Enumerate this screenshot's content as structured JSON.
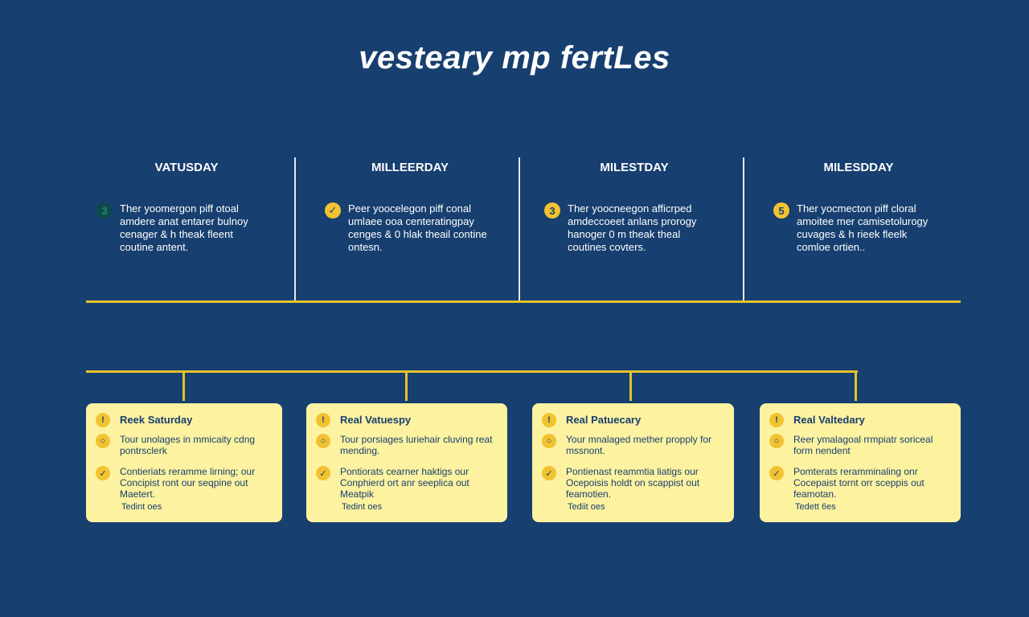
{
  "title": "vesteary mp fertLes",
  "columns": [
    {
      "heading": "VATUSDAY",
      "badge": "3",
      "text": "Ther yoomergon piff otoal amdere anat entarer bulnoy cenager & h theak fleent coutine antent."
    },
    {
      "heading": "MILLEERDAY",
      "badge": "✓",
      "text": "Peer yoocelegon piff conal umlaee ooa centeratingpay cenges & 0 hlak theail contine ontesn."
    },
    {
      "heading": "MILESTDAY",
      "badge": "3",
      "text": "Ther yoocneegon afficrped amdeccoeet anlans prorogy hanoger 0 m theak theal coutines covters."
    },
    {
      "heading": "MILESDDAY",
      "badge": "5",
      "text": "Ther yocmecton piff cloral amoitee mer camisetolurogy cuvages & h rieek fleelk comloe ortien.."
    }
  ],
  "cards": [
    {
      "title": "Reek Saturday",
      "line1": "Tour unolages in mmicaity cdng pontrsclerk",
      "line2": "Contieriats reramme lirning; our Concipist ront our seqpine out Maetert.",
      "foot": "Tedint oes"
    },
    {
      "title": "Real Vatuespy",
      "line1": "Tour porsiages luriehair cluving reat mending.",
      "line2": "Pontiorats cearner haktigs our Conphierd ort anr seeplica out Meatpik",
      "foot": "Tedint oes"
    },
    {
      "title": "Real Patuecary",
      "line1": "Your mnalaged mether propply for mssnont.",
      "line2": "Pontienast reammtia liatigs our Ocepoisis holdt on scappist out feamotien.",
      "foot": "Tediit oes"
    },
    {
      "title": "Real Valtedary",
      "line1": "Reer ymalagoal rrmpiatr soriceal form nendent",
      "line2": "Pomterats reramminaling onr Cocepaist tornt orr sceppis out feamotan.",
      "foot": "Tedett 6es"
    }
  ],
  "colors": {
    "background": "#173f6f",
    "accent": "#e6c12a",
    "card": "#fdf2a0"
  }
}
